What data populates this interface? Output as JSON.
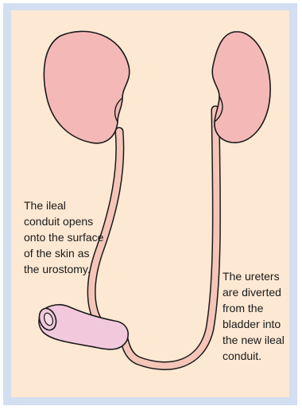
{
  "colors": {
    "frame_border": "#d3def0",
    "panel_background": "#fde8d3",
    "kidney_fill": "#f4b9b6",
    "ureter_fill": "#f4c5b8",
    "stoma_fill": "#f2c9dc",
    "outline": "#1a1a1a"
  },
  "annotations": {
    "conduit_note": [
      "The ileal",
      "conduit opens",
      "onto the surface",
      "of the skin as",
      "the urostomy."
    ],
    "ureter_note": [
      "The ureters",
      "are diverted",
      "from the",
      "bladder into",
      "the new ileal",
      "conduit."
    ]
  }
}
